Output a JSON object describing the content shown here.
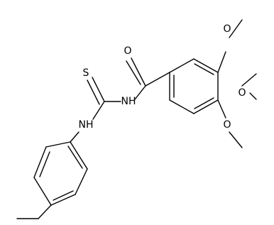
{
  "molecule": {
    "atoms": {
      "O_carbonyl": "O",
      "S_thio": "S",
      "NH_amide": "NH",
      "NH_aryl": "NH",
      "O_methoxy_3": "O",
      "O_methoxy_4": "O",
      "O_methoxy_5": "O"
    }
  }
}
